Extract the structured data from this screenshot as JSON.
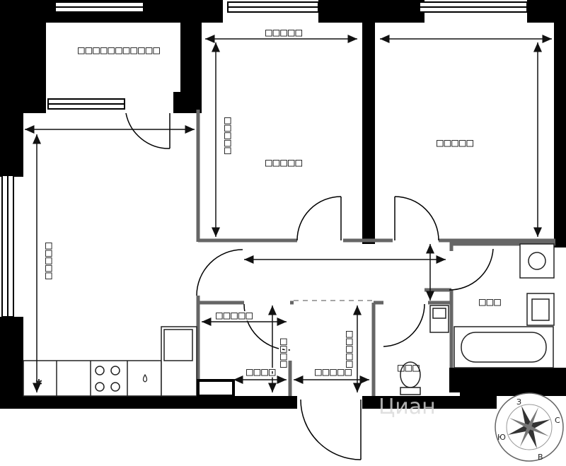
{
  "plan": {
    "room_labels": {
      "loggia": "□□□□□□□□□□□",
      "room1": "□□□□□",
      "room2": "□□□□□",
      "bathroom": "□□□",
      "wc": "□□□"
    },
    "dimension_labels": {
      "room1_width": "□□□□□",
      "room1_depth": "□□□□□",
      "living_depth": "□□□□□",
      "storage_width": "□□□□□",
      "storage_depth": "□□□□",
      "hall_width": "□□□□",
      "hall_depth": "□□□□□",
      "entry_width": "□□□□□"
    },
    "watermark": "Циан"
  },
  "compass": {
    "north": "З",
    "east": "С",
    "south": "В",
    "west": "Ю"
  }
}
